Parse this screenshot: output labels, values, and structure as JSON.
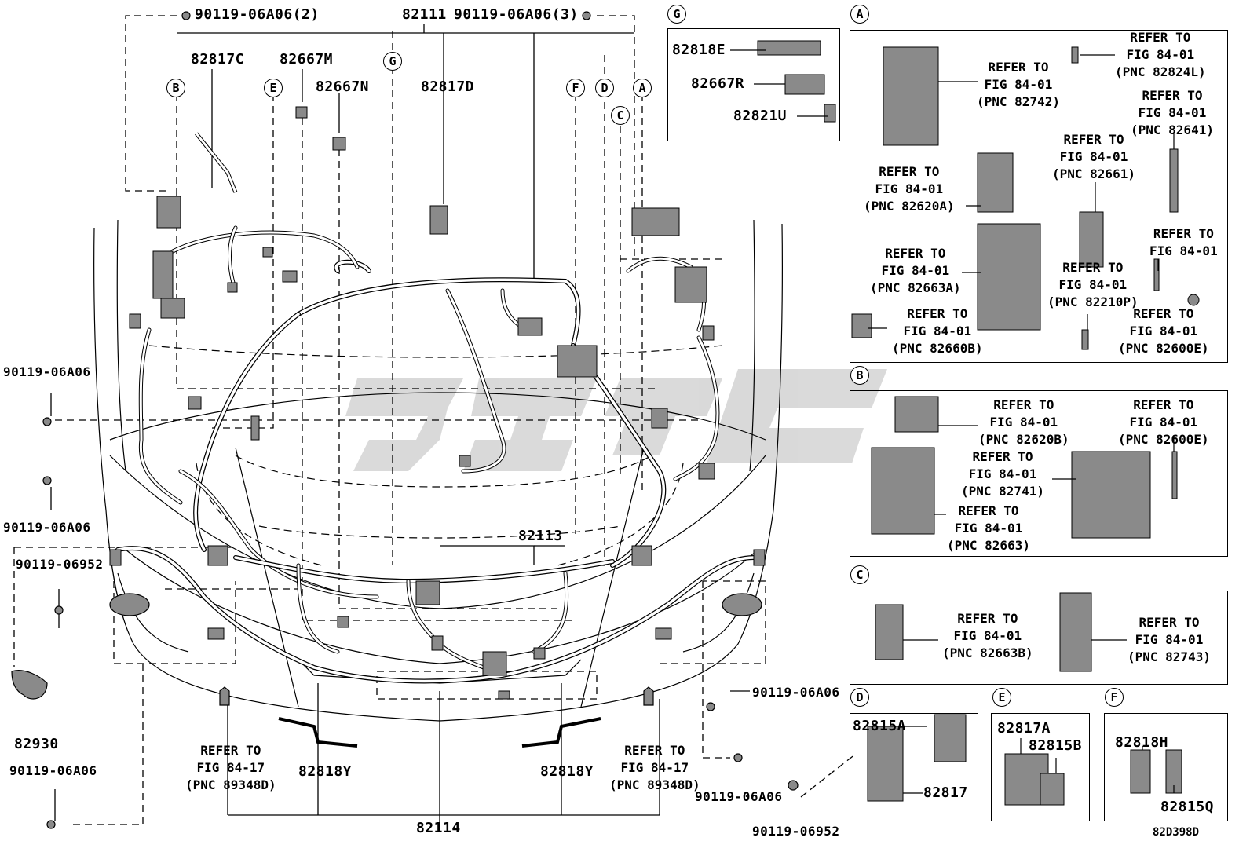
{
  "diagram_code": "82D398D",
  "main": {
    "top_fastener_left": "90119-06A06(2)",
    "top_part": "82111",
    "top_fastener_right": "90119-06A06(3)",
    "p_82817C": "82817C",
    "p_82667M": "82667M",
    "p_82667N": "82667N",
    "p_82817D": "82817D",
    "p_82113": "82113",
    "p_82114": "82114",
    "p_82818Y_left": "82818Y",
    "p_82818Y_right": "82818Y",
    "p_82930": "82930",
    "f_left_upper": "90119-06A06",
    "f_left_mid": "90119-06A06",
    "f_left_bolt": "90119-06952",
    "f_left_lower": "90119-06A06",
    "f_right_upper": "90119-06A06",
    "f_right_mid": "90119-06A06",
    "f_bottom": "90119-06952",
    "refer_left": "REFER TO\nFIG 84-17\n(PNC 89348D)",
    "refer_right": "REFER TO\nFIG 84-17\n(PNC 89348D)",
    "circles": {
      "B": "B",
      "E": "E",
      "G": "G",
      "F": "F",
      "D": "D",
      "C": "C",
      "A": "A"
    }
  },
  "panel_G": {
    "letter": "G",
    "p1": "82818E",
    "p2": "82667R",
    "p3": "82821U"
  },
  "panel_A": {
    "letter": "A",
    "r1": "REFER TO\nFIG 84-01\n(PNC 82742)",
    "r2": "REFER TO\nFIG 84-01\n(PNC 82824L)",
    "r3": "REFER TO\nFIG 84-01\n(PNC 82641)",
    "r4": "REFER TO\nFIG 84-01\n(PNC 82620A)",
    "r5": "REFER TO\nFIG 84-01\n(PNC 82661)",
    "r6": "REFER TO\nFIG 84-01\n(PNC 82663A)",
    "r7": "REFER TO\nFIG 84-01\n(PNC 82210P)",
    "r8": "REFER TO\nFIG 84-01",
    "r9": "REFER TO\nFIG 84-01\n(PNC 82660B)",
    "r10": "REFER TO\nFIG 84-01\n(PNC 82600E)"
  },
  "panel_B": {
    "letter": "B",
    "r1": "REFER TO\nFIG 84-01\n(PNC 82620B)",
    "r2": "REFER TO\nFIG 84-01\n(PNC 82600E)",
    "r3": "REFER TO\nFIG 84-01\n(PNC 82741)",
    "r4": "REFER TO\nFIG 84-01\n(PNC 82663)"
  },
  "panel_C": {
    "letter": "C",
    "r1": "REFER TO\nFIG 84-01\n(PNC 82663B)",
    "r2": "REFER TO\nFIG 84-01\n(PNC 82743)"
  },
  "panel_D": {
    "letter": "D",
    "p1": "82815A",
    "p2": "82817"
  },
  "panel_E": {
    "letter": "E",
    "p1": "82817A",
    "p2": "82815B"
  },
  "panel_F": {
    "letter": "F",
    "p1": "82818H",
    "p2": "82815Q"
  },
  "colors": {
    "line": "#000000",
    "watermark": "#d0d0d0",
    "part_fill": "#8a8a8a"
  }
}
